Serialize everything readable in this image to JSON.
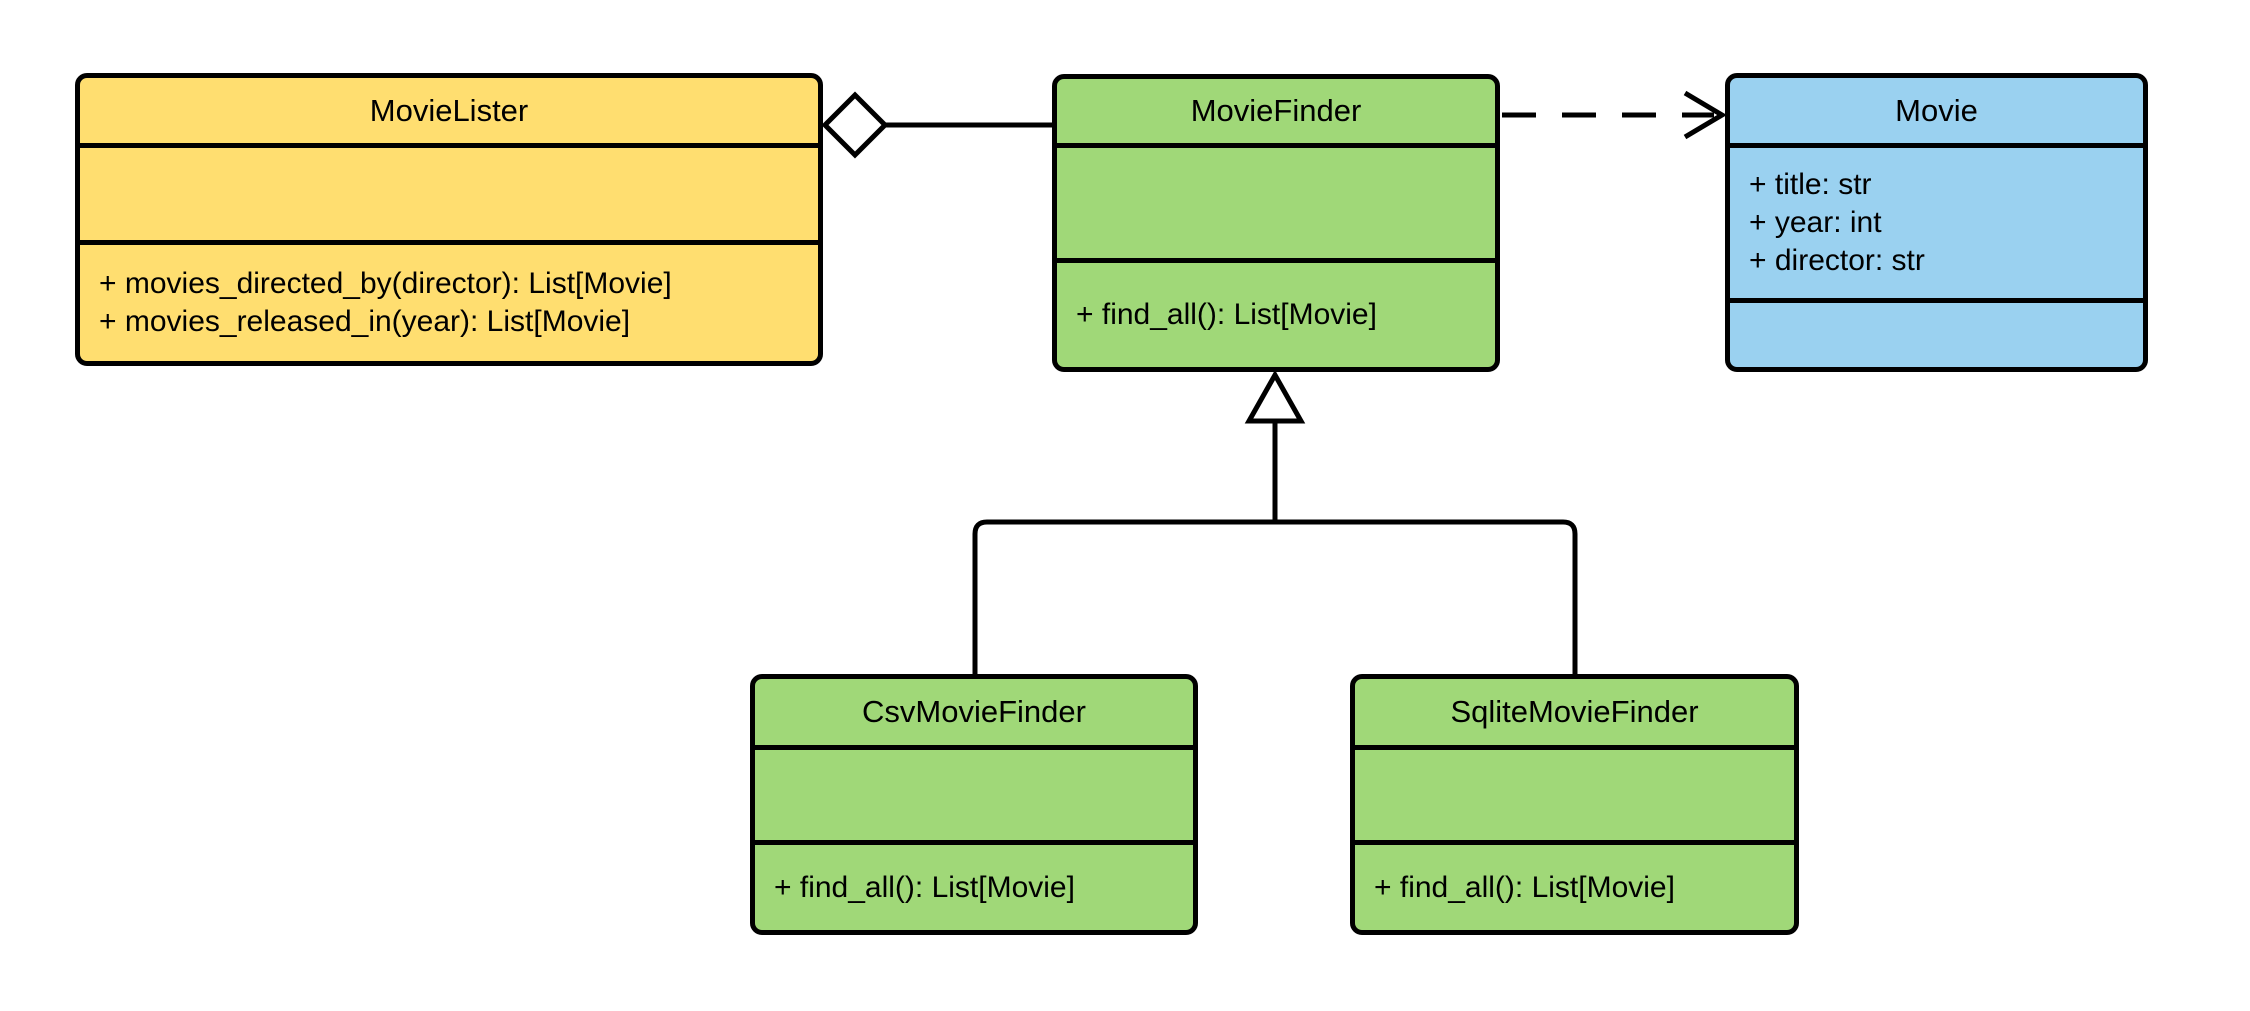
{
  "diagram": {
    "kind": "uml-class-diagram",
    "background": "#FFFFFF",
    "stroke_color": "#000000",
    "colors": {
      "yellow": "#FFDE70",
      "green": "#A0D878",
      "blue": "#9AD1F0"
    },
    "classes": [
      {
        "name": "MovieLister",
        "fill": "#FFDE70",
        "attributes": [],
        "methods": [
          "+ movies_directed_by(director): List[Movie]",
          "+ movies_released_in(year): List[Movie]"
        ]
      },
      {
        "name": "MovieFinder",
        "fill": "#A0D878",
        "attributes": [],
        "methods": [
          "+ find_all(): List[Movie]"
        ]
      },
      {
        "name": "Movie",
        "fill": "#9AD1F0",
        "attributes": [
          "+ title: str",
          "+ year: int",
          "+ director: str"
        ],
        "methods": []
      },
      {
        "name": "CsvMovieFinder",
        "fill": "#A0D878",
        "attributes": [],
        "methods": [
          "+ find_all(): List[Movie]"
        ]
      },
      {
        "name": "SqliteMovieFinder",
        "fill": "#A0D878",
        "attributes": [],
        "methods": [
          "+ find_all(): List[Movie]"
        ]
      }
    ],
    "relationships": [
      {
        "type": "aggregation",
        "from": "MovieLister",
        "to": "MovieFinder",
        "marker": "hollow-diamond",
        "line": "solid"
      },
      {
        "type": "dependency",
        "from": "MovieFinder",
        "to": "Movie",
        "marker": "open-arrow",
        "line": "dashed"
      },
      {
        "type": "generalization",
        "from": "CsvMovieFinder",
        "to": "MovieFinder",
        "marker": "hollow-triangle",
        "line": "solid"
      },
      {
        "type": "generalization",
        "from": "SqliteMovieFinder",
        "to": "MovieFinder",
        "marker": "hollow-triangle",
        "line": "solid"
      }
    ]
  }
}
